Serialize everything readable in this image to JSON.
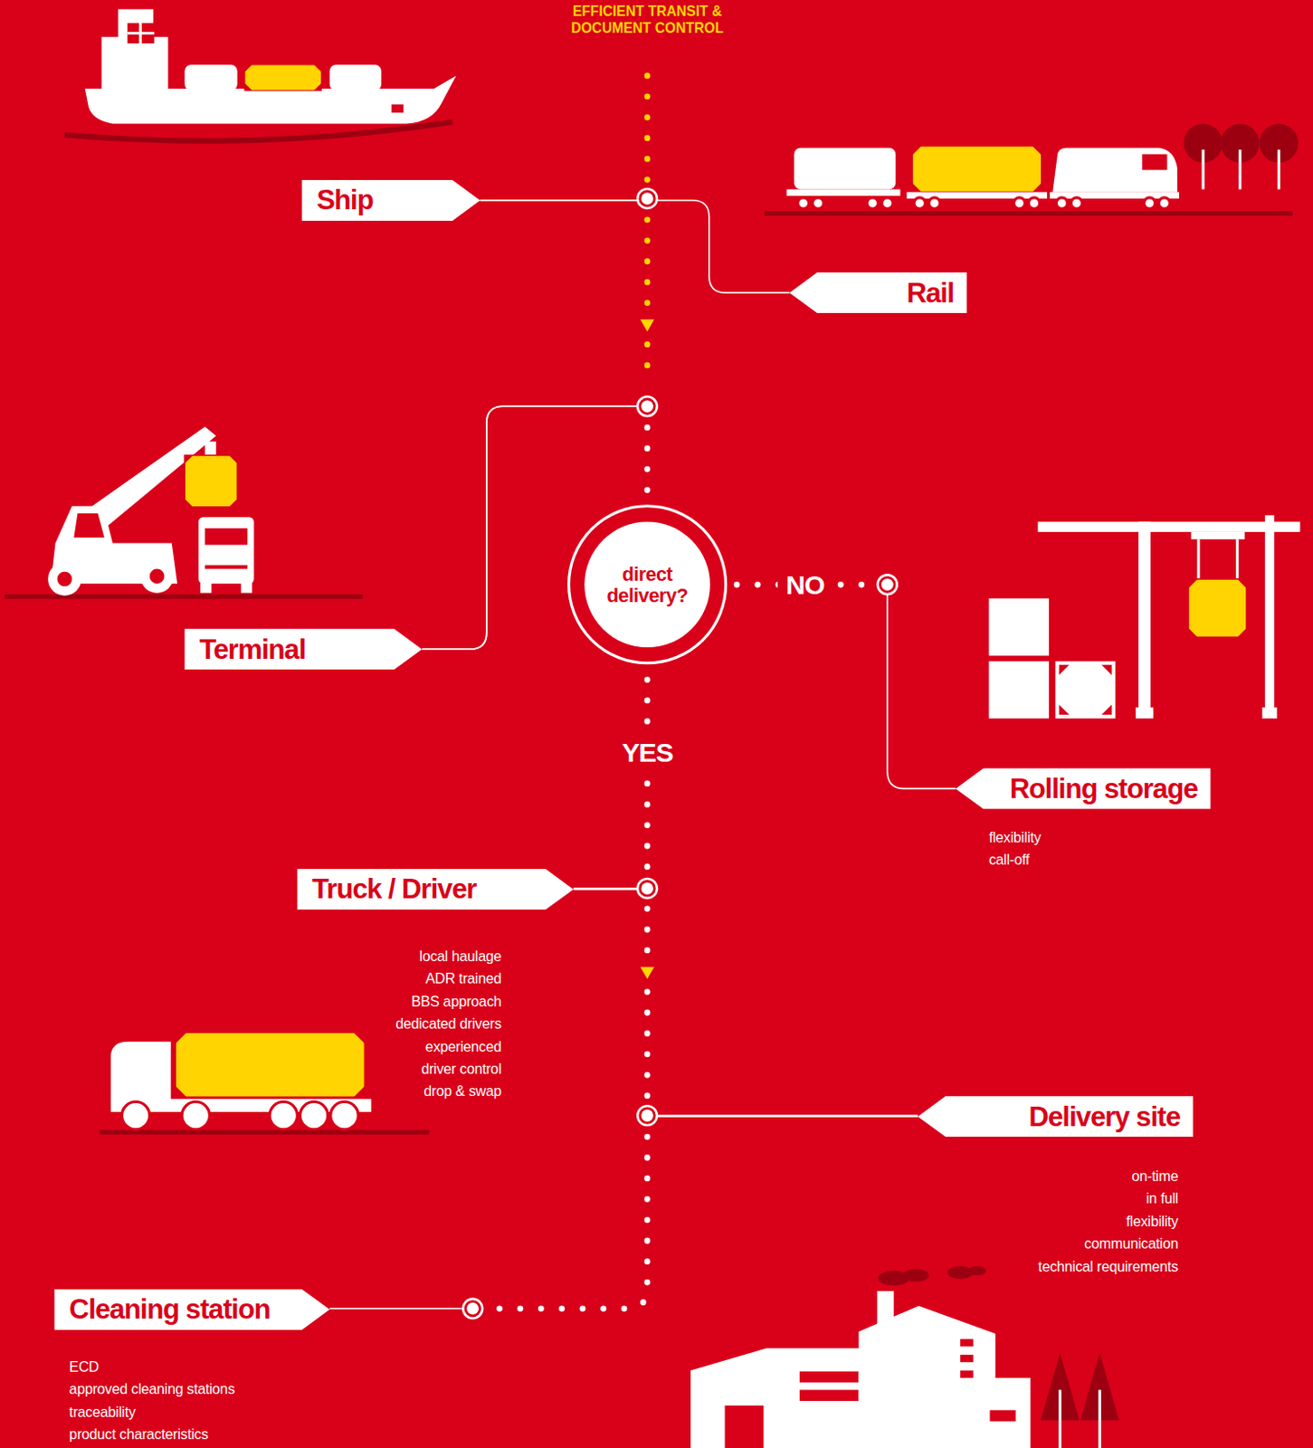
{
  "diagram": {
    "title": "EFFICIENT TRANSIT & DOCUMENT CONTROL",
    "nodes": [
      {
        "text": [
          "Ship"
        ]
      },
      {
        "text": [
          "Rail"
        ]
      },
      {
        "text": [
          "Terminal"
        ]
      },
      {
        "text": [
          "direct delivery?"
        ]
      },
      {
        "text": [
          "Rolling storage",
          "flexibility",
          "call-off"
        ]
      },
      {
        "text": [
          "Truck / Driver",
          "local haulage",
          "ADR trained",
          "BBS approach",
          "dedicated drivers",
          "experienced",
          "driver control",
          "drop & swap"
        ]
      },
      {
        "text": [
          "Delivery site",
          "on-time",
          "in full",
          "flexibility",
          "communication",
          "technical requirements"
        ]
      },
      {
        "text": [
          "Cleaning station",
          "ECD",
          "approved cleaning stations",
          "traceability",
          "product characteristics"
        ]
      }
    ],
    "edges": [
      {
        "from": 0,
        "to": 1,
        "arrow": "none"
      },
      {
        "from": 0,
        "to": 2,
        "arrow": "to"
      },
      {
        "from": 2,
        "to": 3,
        "arrow": "none"
      },
      {
        "from": 3,
        "to": 4,
        "label": "NO",
        "arrow": "none"
      },
      {
        "from": 3,
        "to": 5,
        "label": "YES",
        "arrow": "none"
      },
      {
        "from": 5,
        "to": 6,
        "arrow": "to"
      },
      {
        "from": 6,
        "to": 7,
        "arrow": "none"
      }
    ]
  }
}
